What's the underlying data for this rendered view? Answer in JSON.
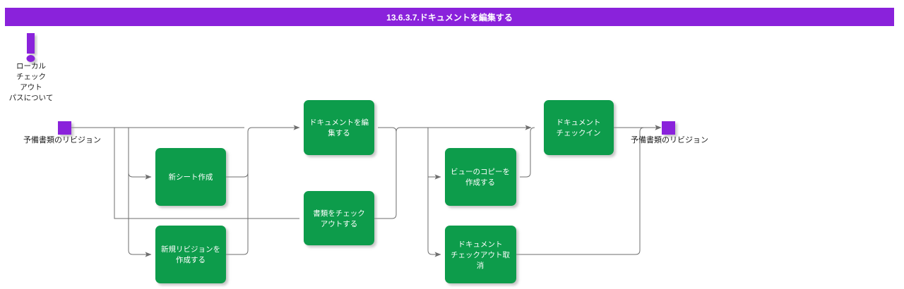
{
  "header": {
    "title": "13.6.3.7.ドキュメントを編集する",
    "bar_color": "#8A22DB",
    "text_color": "#ffffff"
  },
  "theme": {
    "process_fill": "#0D9C4B",
    "process_text": "#ffffff",
    "terminator_fill": "#8A22DB",
    "connector_stroke": "#6e6e6e",
    "canvas_background": "#ffffff",
    "label_text": "#1a1a1a"
  },
  "note": {
    "icon": "exclamation-icon",
    "lines": [
      "ローカル",
      "チェック",
      "アウト",
      "パスについて"
    ],
    "full_text": "ローカルチェックアウトパスについて"
  },
  "nodes": {
    "start": {
      "label": "予備書類のリビジョン",
      "type": "terminator"
    },
    "end": {
      "label": "予備書類のリビジョン",
      "type": "terminator"
    },
    "new_sheet": {
      "lines": [
        "新シート作成"
      ],
      "full_text": "新シート作成",
      "type": "process"
    },
    "new_revision": {
      "lines": [
        "新規リビジョンを",
        "作成する"
      ],
      "full_text": "新規リビジョンを作成する",
      "type": "process"
    },
    "edit_document": {
      "lines": [
        "ドキュメントを編",
        "集する"
      ],
      "full_text": "ドキュメントを編集する",
      "type": "process"
    },
    "checkout_document": {
      "lines": [
        "書類をチェック",
        "アウトする"
      ],
      "full_text": "書類をチェックアウトする",
      "type": "process"
    },
    "copy_view": {
      "lines": [
        "ビューのコピーを",
        "作成する"
      ],
      "full_text": "ビューのコピーを作成する",
      "type": "process"
    },
    "cancel_checkout": {
      "lines": [
        "ドキュメント",
        "チェックアウト取",
        "消"
      ],
      "full_text": "ドキュメントチェックアウト取消",
      "type": "process"
    },
    "checkin_document": {
      "lines": [
        "ドキュメント",
        "チェックイン"
      ],
      "full_text": "ドキュメントチェックイン",
      "type": "process"
    }
  }
}
